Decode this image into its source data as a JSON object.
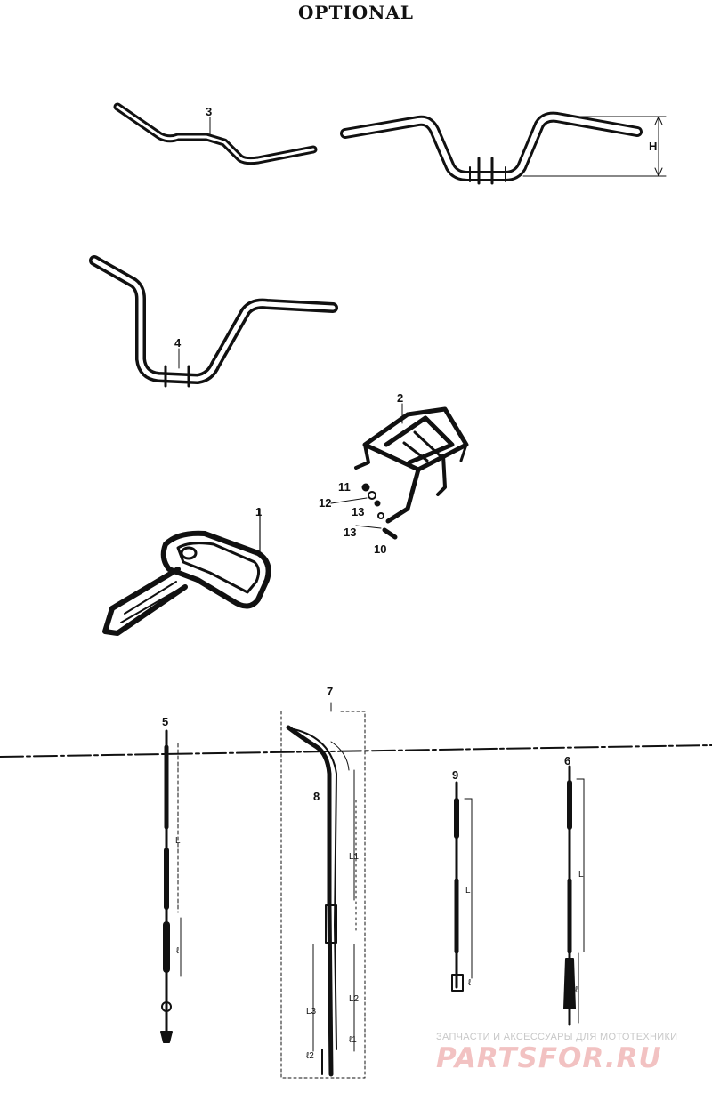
{
  "title": "OPTIONAL",
  "callouts": {
    "p1": "1",
    "p2": "2",
    "p3": "3",
    "p4": "4",
    "p5": "5",
    "p6": "6",
    "p7": "7",
    "p8": "8",
    "p9": "9",
    "p10": "10",
    "p11": "11",
    "p12": "12",
    "p13a": "13",
    "p13b": "13"
  },
  "dimensions": {
    "h": "H",
    "l_cable5": "L",
    "l_cable7_1": "L1",
    "l_cable7_2": "L2",
    "l_cable7_3": "L3",
    "l_cable9": "L",
    "l_cable6": "L",
    "small_l": "ℓ",
    "small_l1": "ℓ1",
    "small_l2": "ℓ2"
  },
  "watermark": {
    "line1": "ЗАПЧАСТИ И АКСЕССУАРЫ ДЛЯ МОТОТЕХНИКИ",
    "line2": "PARTSFOR.RU"
  },
  "colors": {
    "ink": "#111111",
    "watermark_text": "#c8c8c8",
    "watermark_logo": "#f2c2c2"
  }
}
